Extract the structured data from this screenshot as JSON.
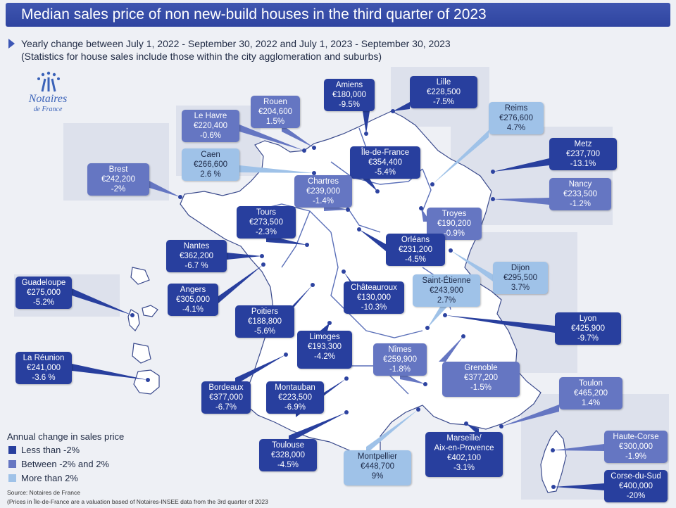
{
  "header": {
    "title": "Median sales price of non new-build houses in the third quarter of 2023",
    "subtitle_line1": "Yearly change between July 1, 2022 - September 30, 2022 and July 1, 2023 - September 30, 2023",
    "subtitle_line2": "(Statistics for house sales include those within the city agglomeration and suburbs)"
  },
  "logo": {
    "name": "Notaires",
    "sub": "de France"
  },
  "colors": {
    "dark": "#283f9e",
    "mid": "#6576c2",
    "light": "#9fc2e8",
    "pointer": "#2d43a0",
    "map_fill": "#ffffff",
    "map_border": "#3a4a8c",
    "region_border": "#5a6fb8"
  },
  "legend": {
    "title": "Annual change in sales price",
    "items": [
      {
        "label": "Less than -2%",
        "tone": "dark"
      },
      {
        "label": "Between -2% and 2%",
        "tone": "mid"
      },
      {
        "label": "More than 2%",
        "tone": "light"
      }
    ]
  },
  "source": {
    "line1": "Source: Notaires de France",
    "line2": "(Prices in Île-de-France are a valuation based of Notaires-INSEE data from the 3rd quarter of 2023"
  },
  "cities": [
    {
      "name": "Amiens",
      "price": "€180,000",
      "change": "-9.5%",
      "tone": "dark"
    },
    {
      "name": "Lille",
      "price": "€228,500",
      "change": "-7.5%",
      "tone": "dark"
    },
    {
      "name": "Rouen",
      "price": "€204,600",
      "change": "1.5%",
      "tone": "mid"
    },
    {
      "name": "Le Havre",
      "price": "€220,400",
      "change": "-0.6%",
      "tone": "mid"
    },
    {
      "name": "Reims",
      "price": "€276,600",
      "change": "4.7%",
      "tone": "light"
    },
    {
      "name": "Caen",
      "price": "€266,600",
      "change": "2.6 %",
      "tone": "light"
    },
    {
      "name": "Île-de-France",
      "price": "€354,400",
      "change": "-5.4%",
      "tone": "dark"
    },
    {
      "name": "Metz",
      "price": "€237,700",
      "change": "-13.1%",
      "tone": "dark"
    },
    {
      "name": "Brest",
      "price": "€242,200",
      "change": "-2%",
      "tone": "mid"
    },
    {
      "name": "Chartres",
      "price": "€239,000",
      "change": "-1.4%",
      "tone": "mid"
    },
    {
      "name": "Nancy",
      "price": "€233,500",
      "change": "-1.2%",
      "tone": "mid"
    },
    {
      "name": "Tours",
      "price": "€273,500",
      "change": "-2.3%",
      "tone": "dark"
    },
    {
      "name": "Troyes",
      "price": "€190,200",
      "change": "-0.9%",
      "tone": "mid"
    },
    {
      "name": "Nantes",
      "price": "€362,200",
      "change": "-6.7 %",
      "tone": "dark"
    },
    {
      "name": "Orléans",
      "price": "€231,200",
      "change": "-4.5%",
      "tone": "dark"
    },
    {
      "name": "Dijon",
      "price": "€295,500",
      "change": "3.7%",
      "tone": "light"
    },
    {
      "name": "Guadeloupe",
      "price": "€275,000",
      "change": "-5.2%",
      "tone": "dark"
    },
    {
      "name": "Angers",
      "price": "€305,000",
      "change": "-4.1%",
      "tone": "dark"
    },
    {
      "name": "Saint-Étienne",
      "price": "€243,900",
      "change": "2.7%",
      "tone": "light"
    },
    {
      "name": "Poitiers",
      "price": "€188,800",
      "change": "-5.6%",
      "tone": "dark"
    },
    {
      "name": "Châteauroux",
      "price": "€130,000",
      "change": "-10.3%",
      "tone": "dark"
    },
    {
      "name": "Lyon",
      "price": "€425,900",
      "change": "-9.7%",
      "tone": "dark"
    },
    {
      "name": "Limoges",
      "price": "€193,300",
      "change": "-4.2%",
      "tone": "dark"
    },
    {
      "name": "La Réunion",
      "price": "€241,000",
      "change": "-3.6 %",
      "tone": "dark"
    },
    {
      "name": "Nîmes",
      "price": "€259,900",
      "change": "-1.8%",
      "tone": "mid"
    },
    {
      "name": "Grenoble",
      "price": "€377,200",
      "change": "-1.5%",
      "tone": "mid"
    },
    {
      "name": "Bordeaux",
      "price": "€377,000",
      "change": "-6.7%",
      "tone": "dark"
    },
    {
      "name": "Montauban",
      "price": "€223,500",
      "change": "-6.9%",
      "tone": "dark"
    },
    {
      "name": "Toulon",
      "price": "€465,200",
      "change": "1.4%",
      "tone": "mid"
    },
    {
      "name": "Haute-Corse",
      "price": "€300,000",
      "change": "-1.9%",
      "tone": "mid"
    },
    {
      "name": "Toulouse",
      "price": "€328,000",
      "change": "-4.5%",
      "tone": "dark"
    },
    {
      "name": "Montpellier",
      "price": "€448,700",
      "change": "9%",
      "tone": "light"
    },
    {
      "name": "Marseille/\nAix-en-Provence",
      "price": "€402,100",
      "change": "-3.1%",
      "tone": "dark"
    },
    {
      "name": "Corse-du-Sud",
      "price": "€400,000",
      "change": "-20%",
      "tone": "dark"
    }
  ]
}
